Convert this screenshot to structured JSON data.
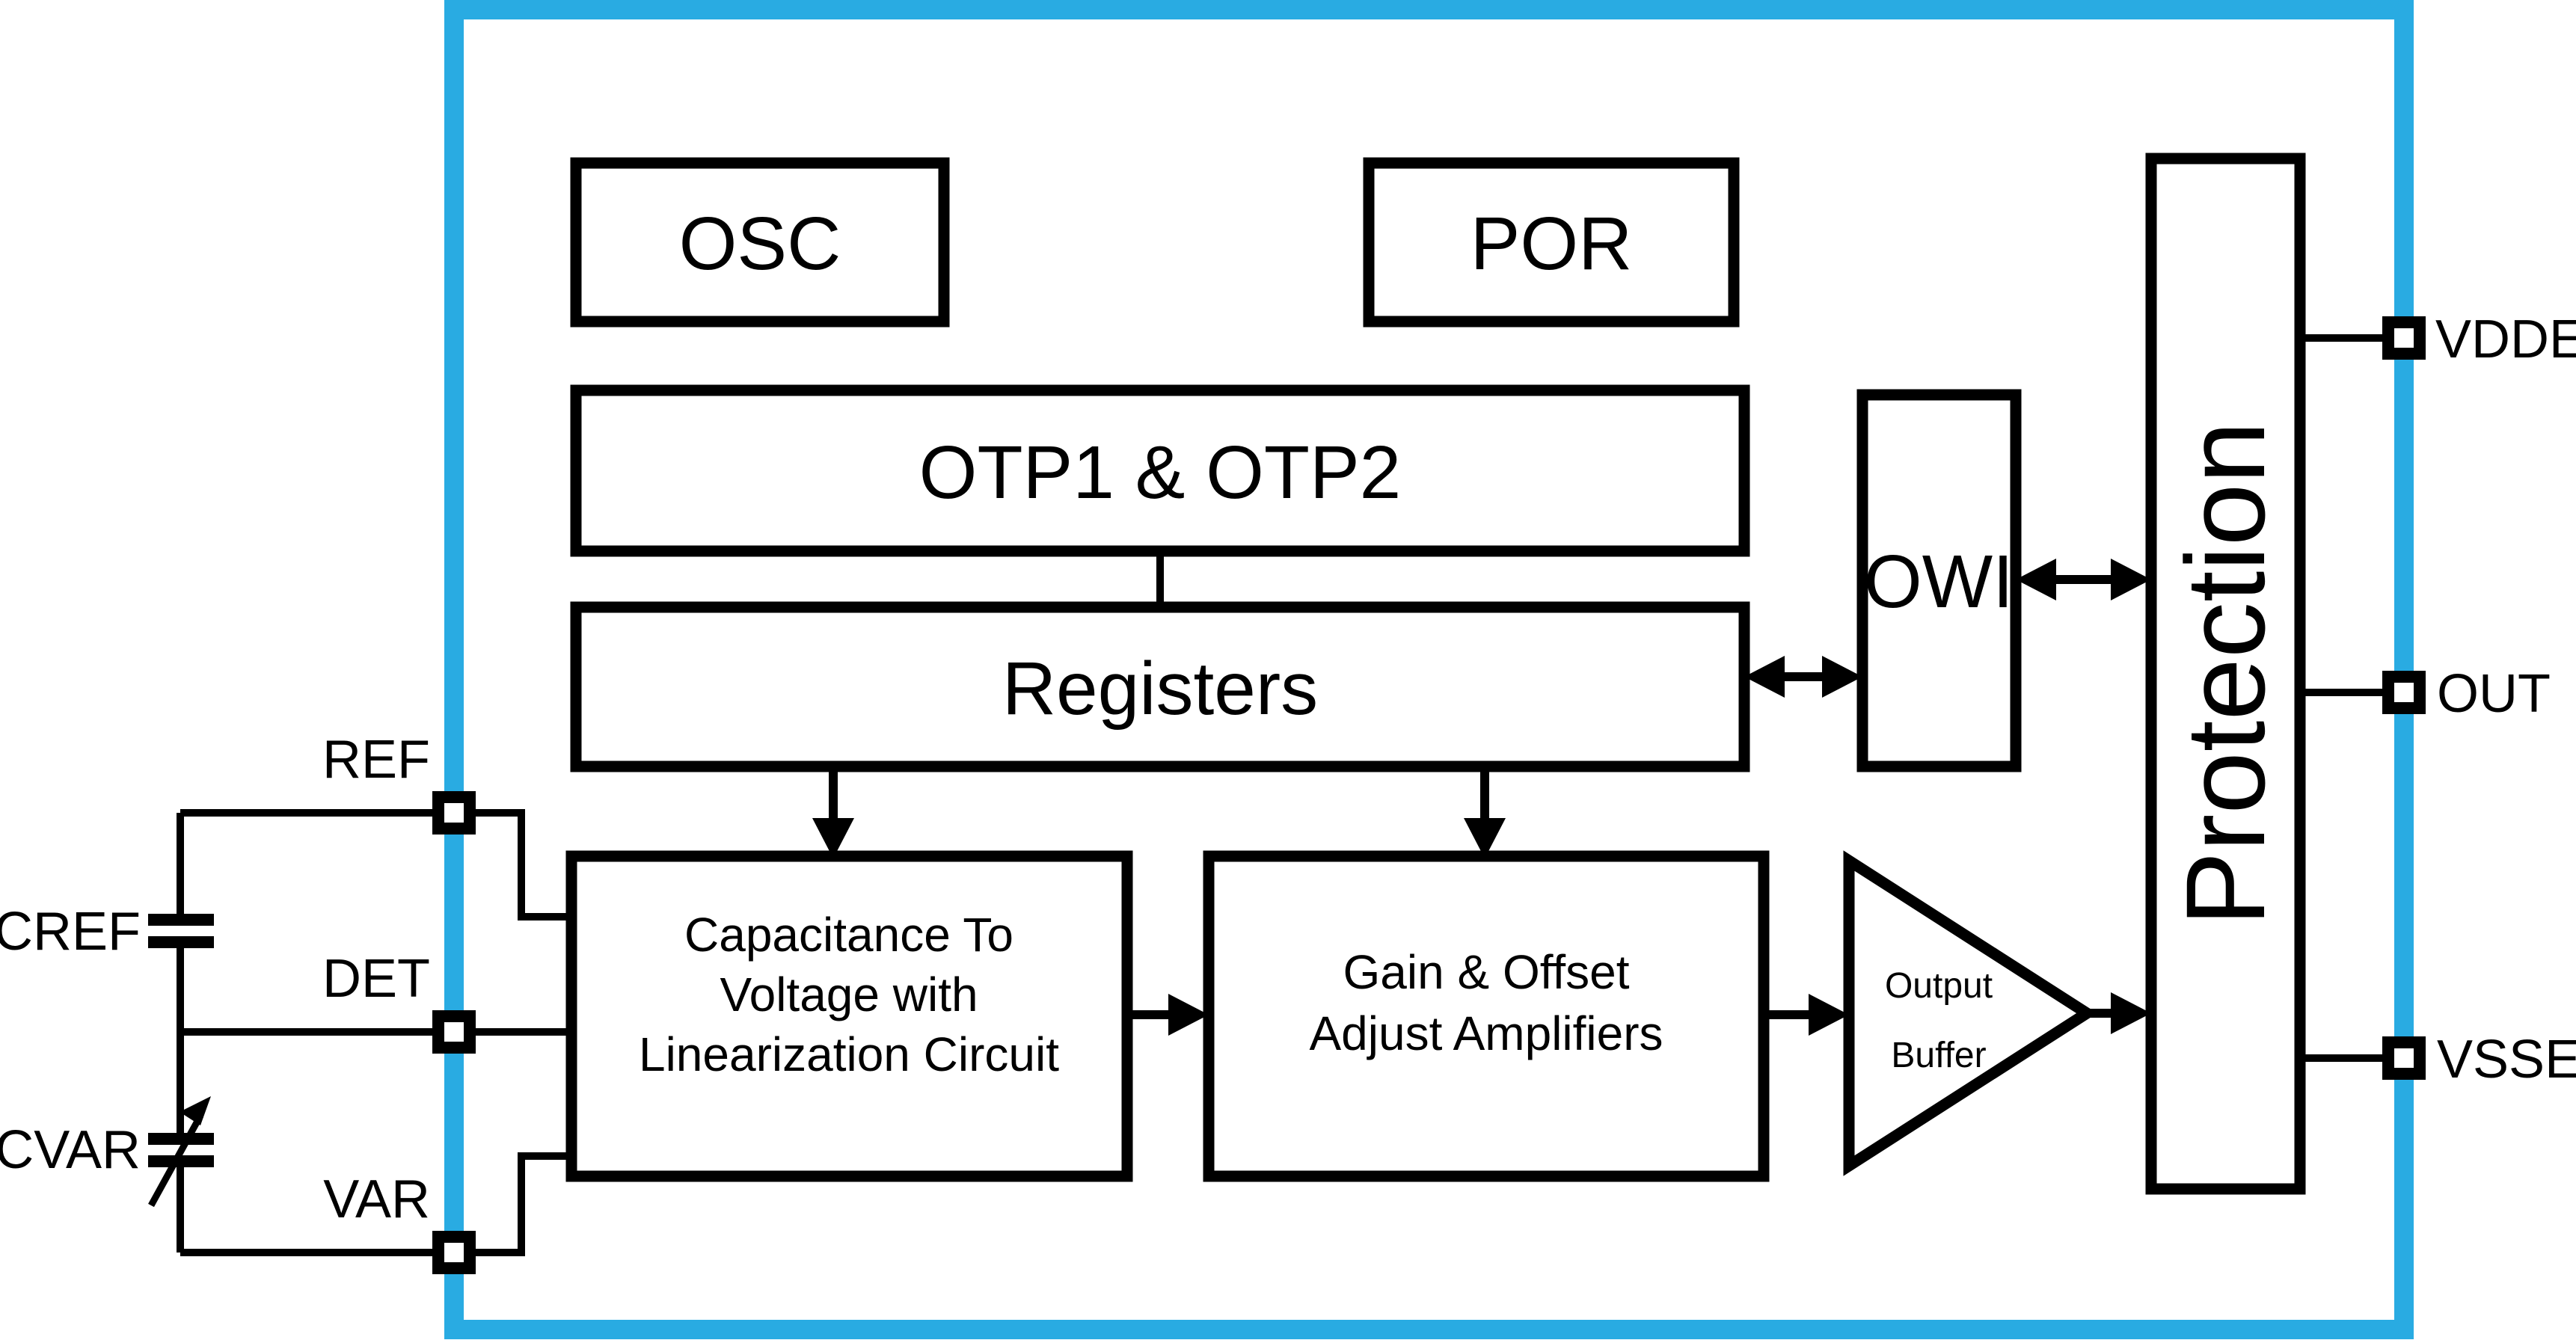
{
  "figure": {
    "type": "chip-block-diagram",
    "description_visible_text_only": true
  },
  "colors": {
    "chip_border": "#29ABE2",
    "line": "#000000",
    "background": "#FFFFFF"
  },
  "blocks": {
    "osc": "OSC",
    "por": "POR",
    "otp": "OTP1 & OTP2",
    "registers": "Registers",
    "owi": "OWI",
    "protection": "Protection",
    "c2v_line1": "Capacitance To",
    "c2v_line2": "Voltage with",
    "c2v_line3": "Linearization Circuit",
    "gain_line1": "Gain & Offset",
    "gain_line2": "Adjust Amplifiers",
    "buffer_line1": "Output",
    "buffer_line2": "Buffer"
  },
  "pins": {
    "left": [
      {
        "name": "REF"
      },
      {
        "name": "DET"
      },
      {
        "name": "VAR"
      }
    ],
    "right": [
      {
        "name": "VDDE"
      },
      {
        "name": "OUT"
      },
      {
        "name": "VSSE"
      }
    ]
  },
  "external_capacitors": [
    {
      "name": "CREF"
    },
    {
      "name": "CVAR"
    }
  ]
}
